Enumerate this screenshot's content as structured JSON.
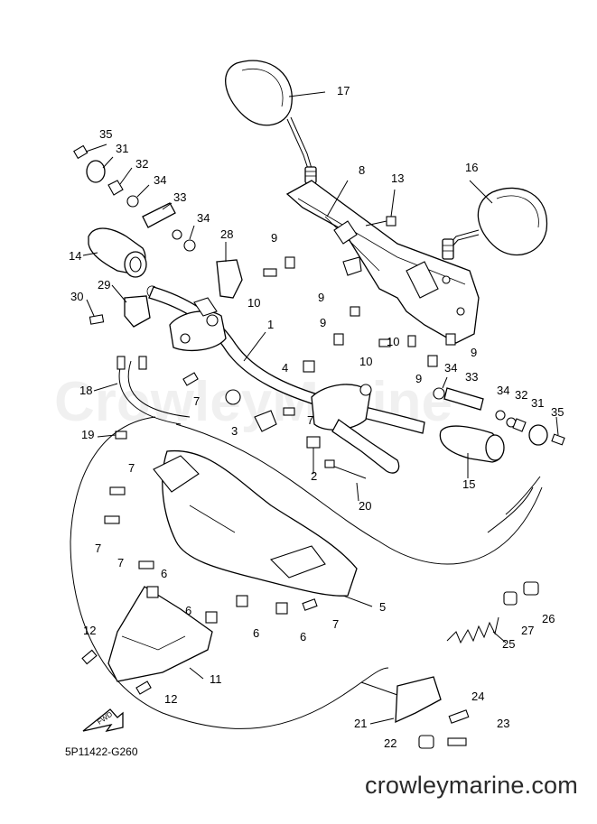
{
  "diagram": {
    "part_code": "5P11422-G260",
    "watermark": "crowleymarine.com",
    "faint_watermark": "CrowleyMarine",
    "fwd_label": "FWD",
    "callouts": [
      {
        "id": "c1",
        "text": "1"
      },
      {
        "id": "c2",
        "text": "2"
      },
      {
        "id": "c3",
        "text": "3"
      },
      {
        "id": "c4",
        "text": "4"
      },
      {
        "id": "c5",
        "text": "5"
      },
      {
        "id": "c6a",
        "text": "6"
      },
      {
        "id": "c6b",
        "text": "6"
      },
      {
        "id": "c6c",
        "text": "6"
      },
      {
        "id": "c6d",
        "text": "6"
      },
      {
        "id": "c7a",
        "text": "7"
      },
      {
        "id": "c7b",
        "text": "7"
      },
      {
        "id": "c7c",
        "text": "7"
      },
      {
        "id": "c7d",
        "text": "7"
      },
      {
        "id": "c7e",
        "text": "7"
      },
      {
        "id": "c7f",
        "text": "7"
      },
      {
        "id": "c8",
        "text": "8"
      },
      {
        "id": "c9a",
        "text": "9"
      },
      {
        "id": "c9b",
        "text": "9"
      },
      {
        "id": "c9c",
        "text": "9"
      },
      {
        "id": "c9d",
        "text": "9"
      },
      {
        "id": "c9e",
        "text": "9"
      },
      {
        "id": "c10a",
        "text": "10"
      },
      {
        "id": "c10b",
        "text": "10"
      },
      {
        "id": "c10c",
        "text": "10"
      },
      {
        "id": "c11",
        "text": "11"
      },
      {
        "id": "c12a",
        "text": "12"
      },
      {
        "id": "c12b",
        "text": "12"
      },
      {
        "id": "c13",
        "text": "13"
      },
      {
        "id": "c14",
        "text": "14"
      },
      {
        "id": "c15",
        "text": "15"
      },
      {
        "id": "c16",
        "text": "16"
      },
      {
        "id": "c17",
        "text": "17"
      },
      {
        "id": "c18",
        "text": "18"
      },
      {
        "id": "c19",
        "text": "19"
      },
      {
        "id": "c20",
        "text": "20"
      },
      {
        "id": "c21",
        "text": "21"
      },
      {
        "id": "c22",
        "text": "22"
      },
      {
        "id": "c23",
        "text": "23"
      },
      {
        "id": "c24",
        "text": "24"
      },
      {
        "id": "c25",
        "text": "25"
      },
      {
        "id": "c26",
        "text": "26"
      },
      {
        "id": "c27",
        "text": "27"
      },
      {
        "id": "c28",
        "text": "28"
      },
      {
        "id": "c29",
        "text": "29"
      },
      {
        "id": "c30",
        "text": "30"
      },
      {
        "id": "c31a",
        "text": "31"
      },
      {
        "id": "c31b",
        "text": "31"
      },
      {
        "id": "c32a",
        "text": "32"
      },
      {
        "id": "c32b",
        "text": "32"
      },
      {
        "id": "c33a",
        "text": "33"
      },
      {
        "id": "c33b",
        "text": "33"
      },
      {
        "id": "c34a",
        "text": "34"
      },
      {
        "id": "c34b",
        "text": "34"
      },
      {
        "id": "c34c",
        "text": "34"
      },
      {
        "id": "c34d",
        "text": "34"
      },
      {
        "id": "c35a",
        "text": "35"
      },
      {
        "id": "c35b",
        "text": "35"
      }
    ]
  }
}
